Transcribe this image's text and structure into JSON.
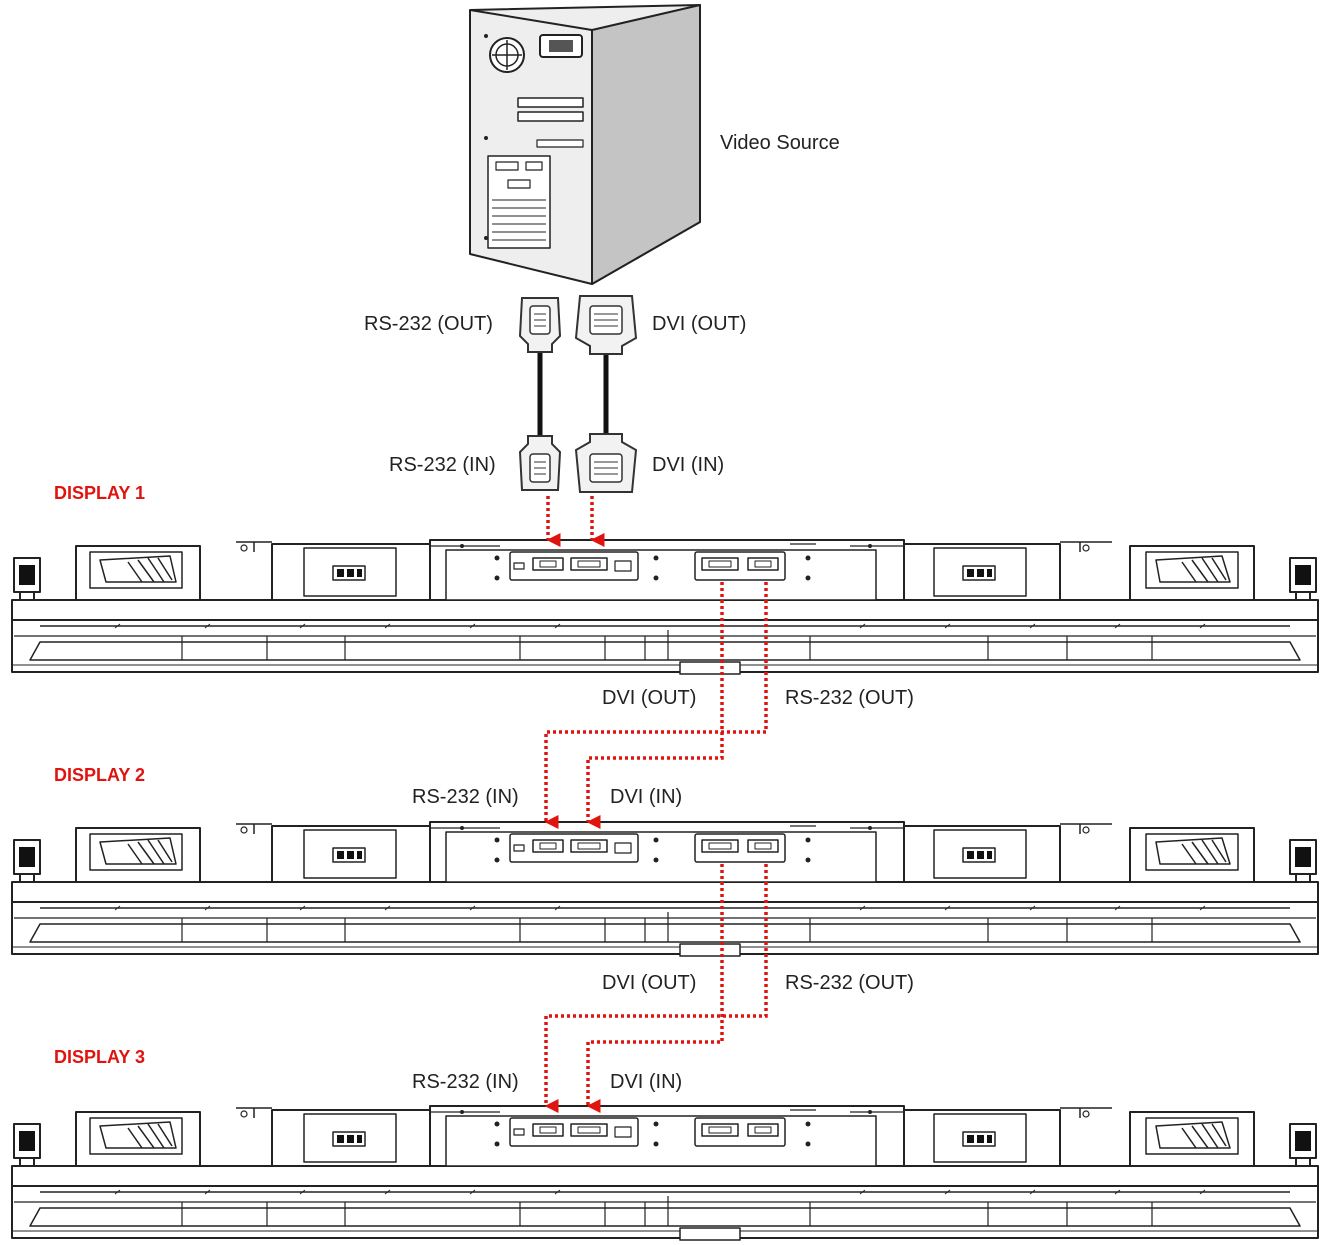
{
  "source": {
    "label": "Video Source"
  },
  "source_cables": {
    "rs232_out": "RS-232 (OUT)",
    "dvi_out": "DVI (OUT)",
    "rs232_in": "RS-232 (IN)",
    "dvi_in": "DVI (IN)"
  },
  "displays": [
    {
      "title": "DISPLAY 1",
      "dvi_out": "DVI (OUT)",
      "rs232_out": "RS-232 (OUT)"
    },
    {
      "title": "DISPLAY 2",
      "rs232_in": "RS-232 (IN)",
      "dvi_in": "DVI (IN)",
      "dvi_out": "DVI (OUT)",
      "rs232_out": "RS-232 (OUT)"
    },
    {
      "title": "DISPLAY 3",
      "rs232_in": "RS-232 (IN)",
      "dvi_in": "DVI (IN)"
    }
  ],
  "colors": {
    "title": "#e0140f",
    "link": "#e0140f",
    "outline": "#222222",
    "tower_face": "#eeeeee",
    "tower_side": "#c4c4c4"
  }
}
